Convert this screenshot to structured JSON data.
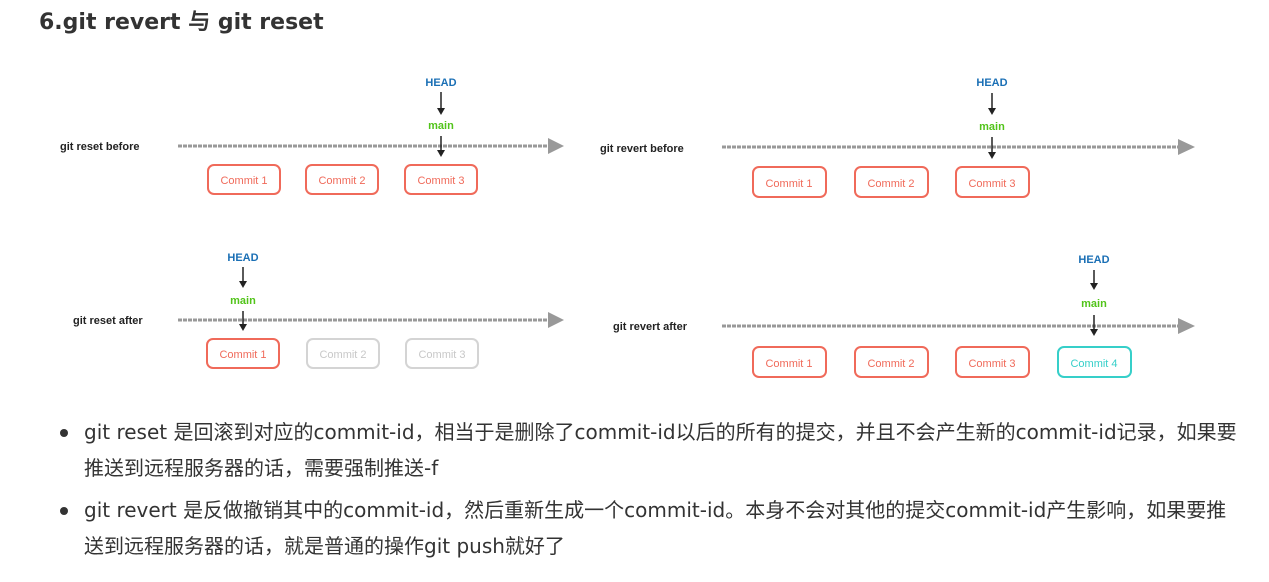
{
  "heading": "6.git revert 与 git reset",
  "diagram": {
    "head_label": "HEAD",
    "branch_label": "main",
    "reset_before": {
      "label": "git reset before",
      "commits": [
        "Commit 1",
        "Commit 2",
        "Commit 3"
      ]
    },
    "reset_after": {
      "label": "git reset after",
      "commits": [
        "Commit 1",
        "Commit 2",
        "Commit 3"
      ]
    },
    "revert_before": {
      "label": "git revert before",
      "commits": [
        "Commit 1",
        "Commit 2",
        "Commit 3"
      ]
    },
    "revert_after": {
      "label": "git revert after",
      "commits": [
        "Commit 1",
        "Commit 2",
        "Commit 3",
        "Commit 4"
      ]
    },
    "colors": {
      "head": "#1a6fb5",
      "main": "#52c41a",
      "commit": "#f06a5a",
      "commit_faded": "#cccccc",
      "commit_new": "#36cfc9",
      "timeline": "#999999"
    }
  },
  "bullets": [
    "git reset 是回滚到对应的commit-id，相当于是删除了commit-id以后的所有的提交，并且不会产生新的commit-id记录，如果要推送到远程服务器的话，需要强制推送-f",
    "git revert 是反做撤销其中的commit-id，然后重新生成一个commit-id。本身不会对其他的提交commit-id产生影响，如果要推送到远程服务器的话，就是普通的操作git push就好了"
  ]
}
